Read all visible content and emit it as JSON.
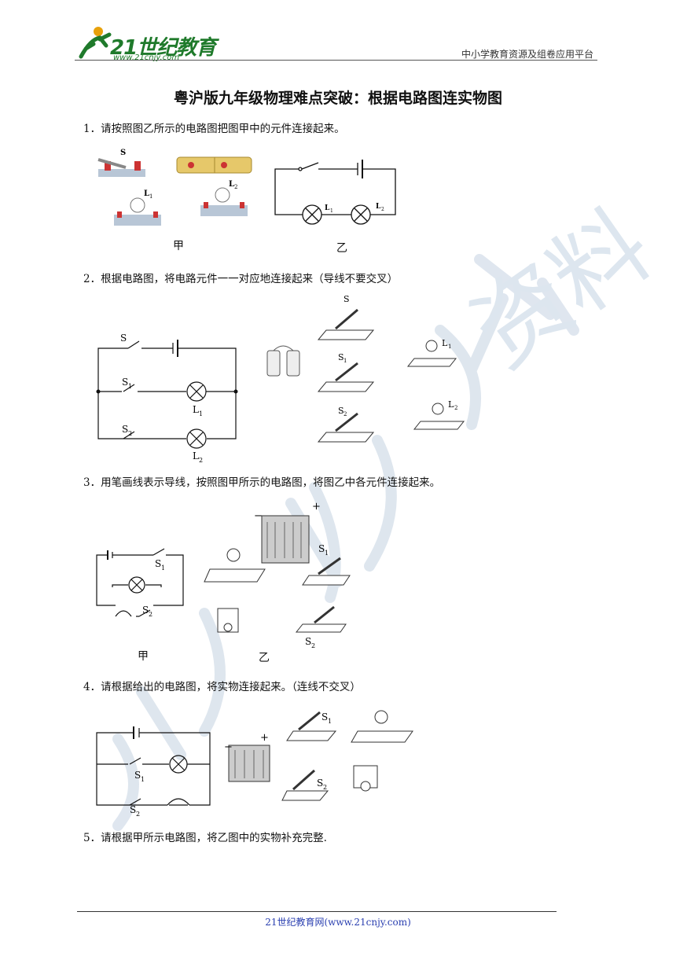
{
  "header": {
    "logo_text": "21世纪教育",
    "logo_url": "www.21cnjy.com",
    "right_text": "中小学教育资源及组卷应用平台"
  },
  "title": "粤沪版九年级物理难点突破：根据电路图连实物图",
  "questions": [
    {
      "text": "1．请按照图乙所示的电路图把图甲中的元件连接起来。"
    },
    {
      "text": "2．根据电路图，将电路元件一一对应地连接起来（导线不要交叉）"
    },
    {
      "text": "3．用笔画线表示导线，按照图甲所示的电路图，将图乙中各元件连接起来。"
    },
    {
      "text": "4．请根据给出的电路图，将实物连接起来。（连线不交叉）"
    },
    {
      "text": "5．请根据甲所示电路图，将乙图中的实物补充完整."
    }
  ],
  "labels": {
    "jia": "甲",
    "yi": "乙",
    "S": "S",
    "S1": "S",
    "S2": "S",
    "L1": "L",
    "L2": "L",
    "sub1": "1",
    "sub2": "2",
    "plus": "+",
    "minus": "−"
  },
  "footer": "21世纪教育网(www.21cnjy.com)",
  "watermark": "资料",
  "colors": {
    "logo": "#1f7a2b",
    "footer": "#2a3fb0",
    "watermark": "#d6e0ea"
  }
}
